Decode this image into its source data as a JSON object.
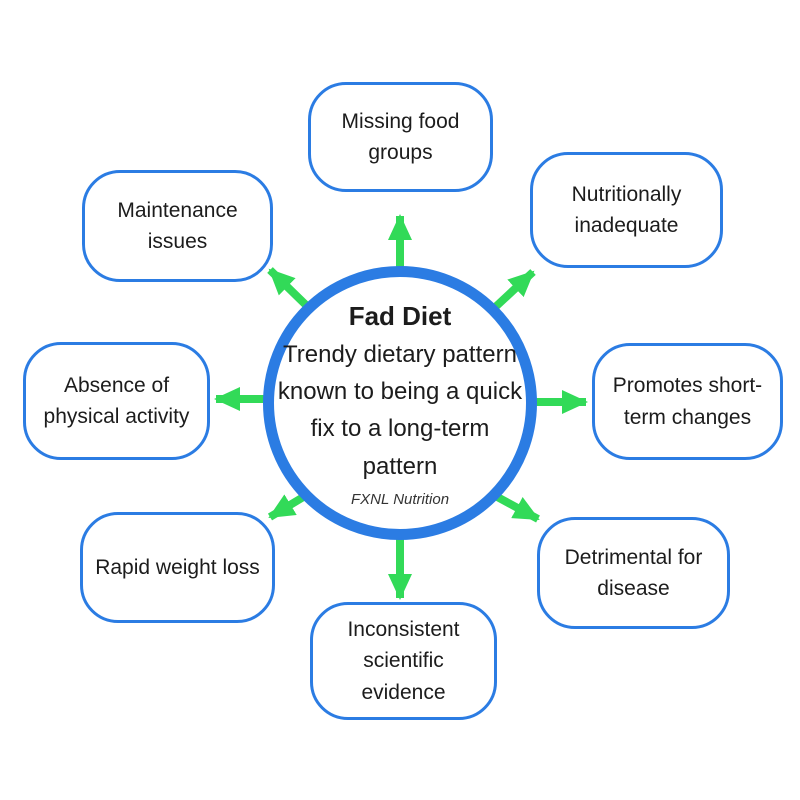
{
  "diagram_title": "Fad Diet",
  "center": {
    "title": "Fad Diet",
    "description": "Trendy dietary pattern\nknown to being a quick\nfix to a long-term\npattern",
    "attribution": "FXNL Nutrition"
  },
  "nodes": [
    {
      "id": "missing-food-groups",
      "label": "Missing food\ngroups",
      "position": "top"
    },
    {
      "id": "nutritionally-inadequate",
      "label": "Nutritionally\ninadequate",
      "position": "top-right"
    },
    {
      "id": "promotes-short-term-changes",
      "label": "Promotes short-\nterm changes",
      "position": "right"
    },
    {
      "id": "detrimental-for-disease",
      "label": "Detrimental for\ndisease",
      "position": "bottom-right"
    },
    {
      "id": "inconsistent-scientific-evidence",
      "label": "Inconsistent\nscientific\nevidence",
      "position": "bottom"
    },
    {
      "id": "rapid-weight-loss",
      "label": "Rapid weight loss",
      "position": "bottom-left"
    },
    {
      "id": "absence-of-physical-activity",
      "label": "Absence of\nphysical activity",
      "position": "left"
    },
    {
      "id": "maintenance-issues",
      "label": "Maintenance\nissues",
      "position": "top-left"
    }
  ],
  "colors": {
    "node_border_blue": "#2b7ce3",
    "arrow_green": "#32da58",
    "text_black": "#1c1c1c",
    "background": "#ffffff"
  }
}
